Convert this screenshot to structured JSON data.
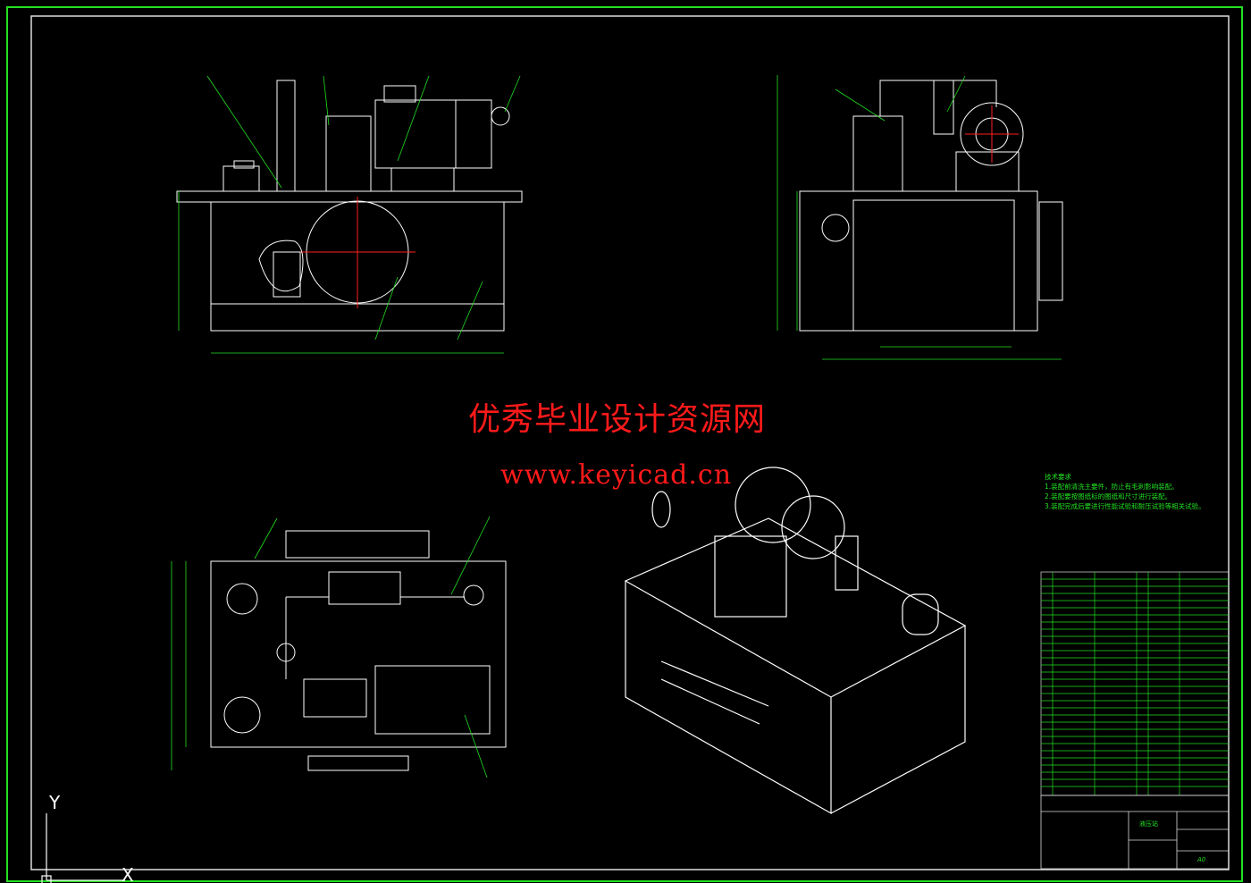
{
  "watermark": {
    "title": "优秀毕业设计资源网",
    "url": "www.keyicad.cn"
  },
  "tech_requirements": {
    "heading": "技术要求",
    "items": [
      "1.装配前清洗主要件，防止有毛刺影响装配。",
      "2.装配要按图纸标的图纸和尺寸进行装配。",
      "3.装配完成后要进行性能试验和耐压试验等相关试验。"
    ]
  },
  "title_block": {
    "name": "液压站",
    "sheet_size": "A0"
  },
  "ucs": {
    "y_label": "Y",
    "x_label": "X"
  },
  "colors": {
    "background": "#000000",
    "frame": "#22e022",
    "lines": "#ffffff",
    "dimension": "#22e022",
    "center": "#ff2020",
    "watermark": "#ff1a1a"
  }
}
